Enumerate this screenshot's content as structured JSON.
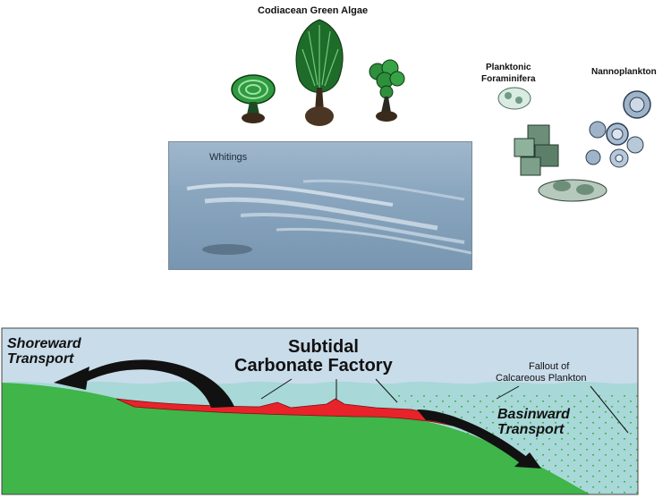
{
  "labels": {
    "algae": "Codiacean Green Algae",
    "whitings": "Whitings",
    "planktonic_line1": "Planktonic",
    "planktonic_line2": "Foraminifera",
    "nannoplankton": "Nannoplankton",
    "shoreward_line1": "Shoreward",
    "shoreward_line2": "Transport",
    "factory_line1": "Subtidal",
    "factory_line2": "Carbonate Factory",
    "fallout_line1": "Fallout of",
    "fallout_line2": "Calcareous Plankton",
    "basinward_line1": "Basinward",
    "basinward_line2": "Transport"
  },
  "colors": {
    "sky": "#c9dcea",
    "water": "#a8d8d8",
    "land": "#3fb54a",
    "factory": "#e8232a",
    "arrow": "#111111",
    "algae": "#2f8f3a"
  }
}
